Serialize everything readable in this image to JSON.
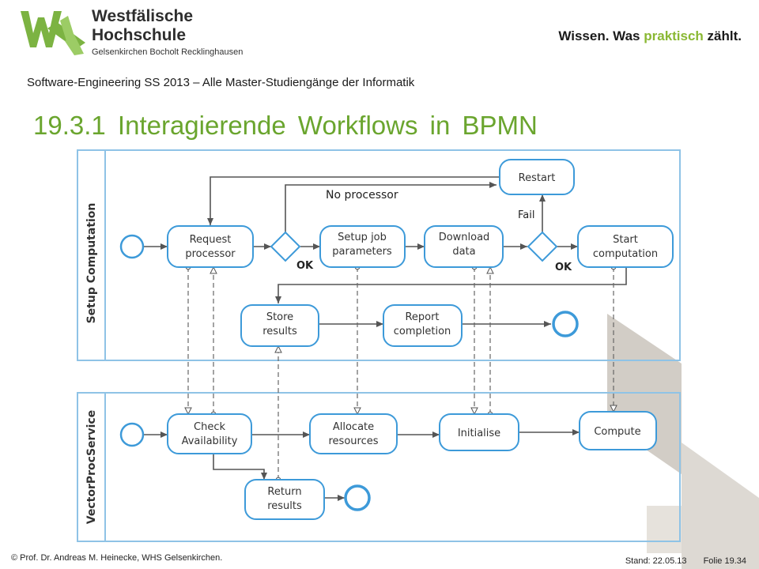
{
  "header": {
    "logo_line1": "Westfälische",
    "logo_line2": "Hochschule",
    "logo_sub": "Gelsenkirchen Bocholt Recklinghausen",
    "tagline_part1": "Wissen. Was ",
    "tagline_accent": "praktisch",
    "tagline_part2": " zählt.",
    "course": "Software-Engineering SS 2013 – Alle Master-Studiengänge der Informatik"
  },
  "title": "19.3.1  Interagierende Workflows in BPMN",
  "diagram": {
    "pools": {
      "setup": "Setup Computation",
      "vector": "VectorProcService"
    },
    "tasks": {
      "request_1": "Request",
      "request_2": "processor",
      "setup_1": "Setup job",
      "setup_2": "parameters",
      "download_1": "Download",
      "download_2": "data",
      "start_1": "Start",
      "start_2": "computation",
      "restart": "Restart",
      "store_1": "Store",
      "store_2": "results",
      "report_1": "Report",
      "report_2": "completion",
      "check_1": "Check",
      "check_2": "Availability",
      "allocate_1": "Allocate",
      "allocate_2": "resources",
      "initialise": "Initialise",
      "compute": "Compute",
      "return_1": "Return",
      "return_2": "results"
    },
    "flows": {
      "no_processor": "No processor",
      "ok1": "OK",
      "ok2": "OK",
      "fail": "Fail"
    }
  },
  "footer": {
    "author": "© Prof. Dr. Andreas M. Heinecke,  WHS  Gelsenkirchen.",
    "stand": "Stand: 22.05.13",
    "folie": "Folie 19.34"
  },
  "colors": {
    "title_green": "#6aa52e",
    "accent_green": "#8ab833",
    "bpmn_border": "#5aa9d6",
    "pool_border": "#8fc3e6",
    "deco_gray": "#ccc7c0"
  }
}
